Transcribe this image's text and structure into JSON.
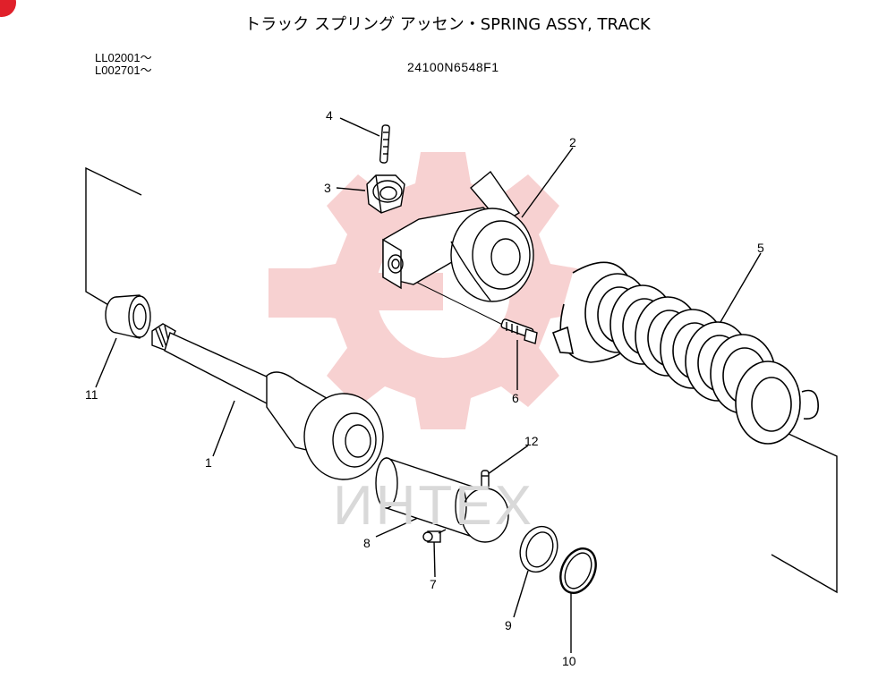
{
  "title": "トラック スプリング アッセン・SPRING ASSY, TRACK",
  "serials": [
    "LL02001～",
    "L002701～"
  ],
  "part_number": "24100N6548F1",
  "watermark": "ИНТЕХ",
  "colors": {
    "watermark": "#f6c9c9",
    "line": "#000000",
    "corner_badge": "#e0202a"
  },
  "callouts": [
    "1",
    "2",
    "3",
    "4",
    "5",
    "6",
    "7",
    "8",
    "9",
    "10",
    "11",
    "12"
  ]
}
